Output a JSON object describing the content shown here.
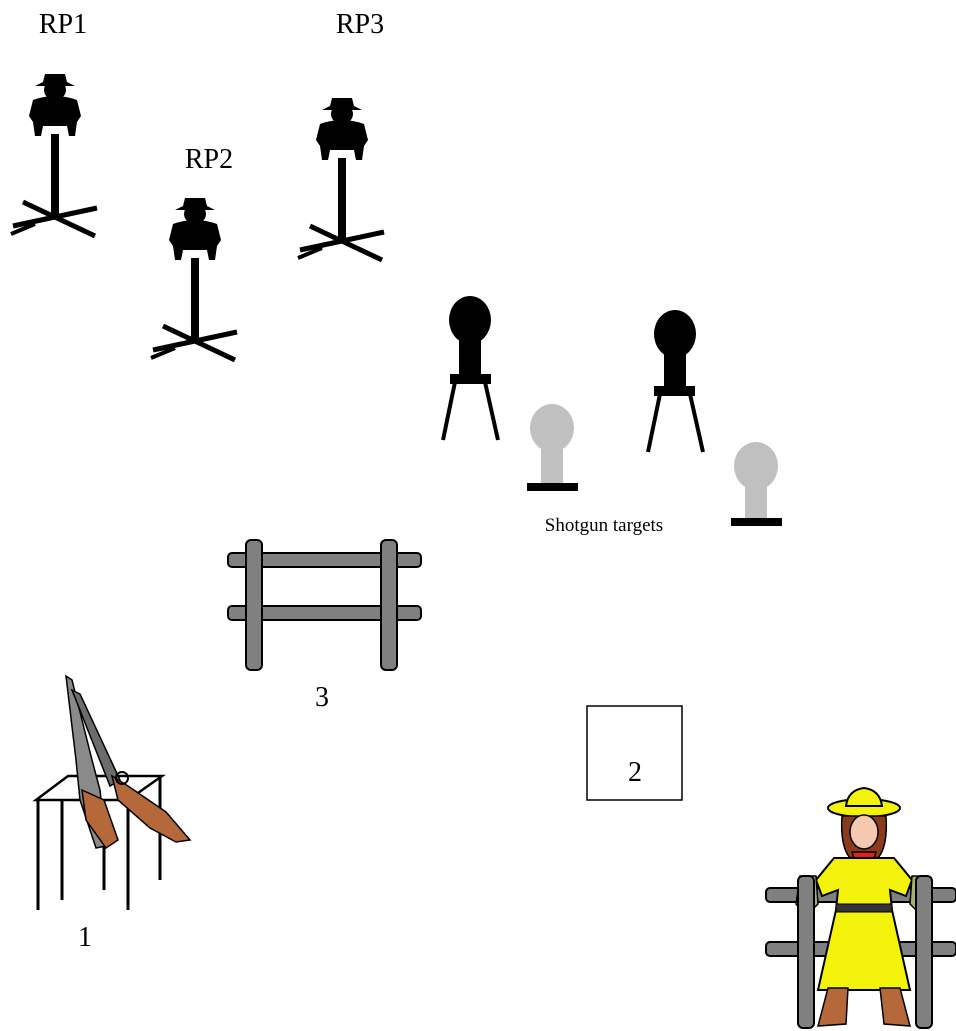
{
  "labels": {
    "rp1": "RP1",
    "rp2": "RP2",
    "rp3": "RP3",
    "shotgun_targets": "Shotgun targets",
    "station1": "1",
    "station2": "2",
    "station3": "3"
  },
  "colors": {
    "rifle_target": "#000000",
    "shotgun_target_standing": "#000000",
    "shotgun_target_knockdown": "#c0c0c0",
    "fence_rail": "#808080",
    "cowgirl_dress": "#f2f20a",
    "cowgirl_hat": "#f2f20a",
    "gun_stock": "#b5683a"
  },
  "icons": {
    "rifle_target": "silhouette-target-icon",
    "shotgun_target": "knockdown-target-icon",
    "fence": "fence-icon",
    "gun_table": "gun-rack-table-icon",
    "shooter": "cowgirl-shooter-icon"
  }
}
